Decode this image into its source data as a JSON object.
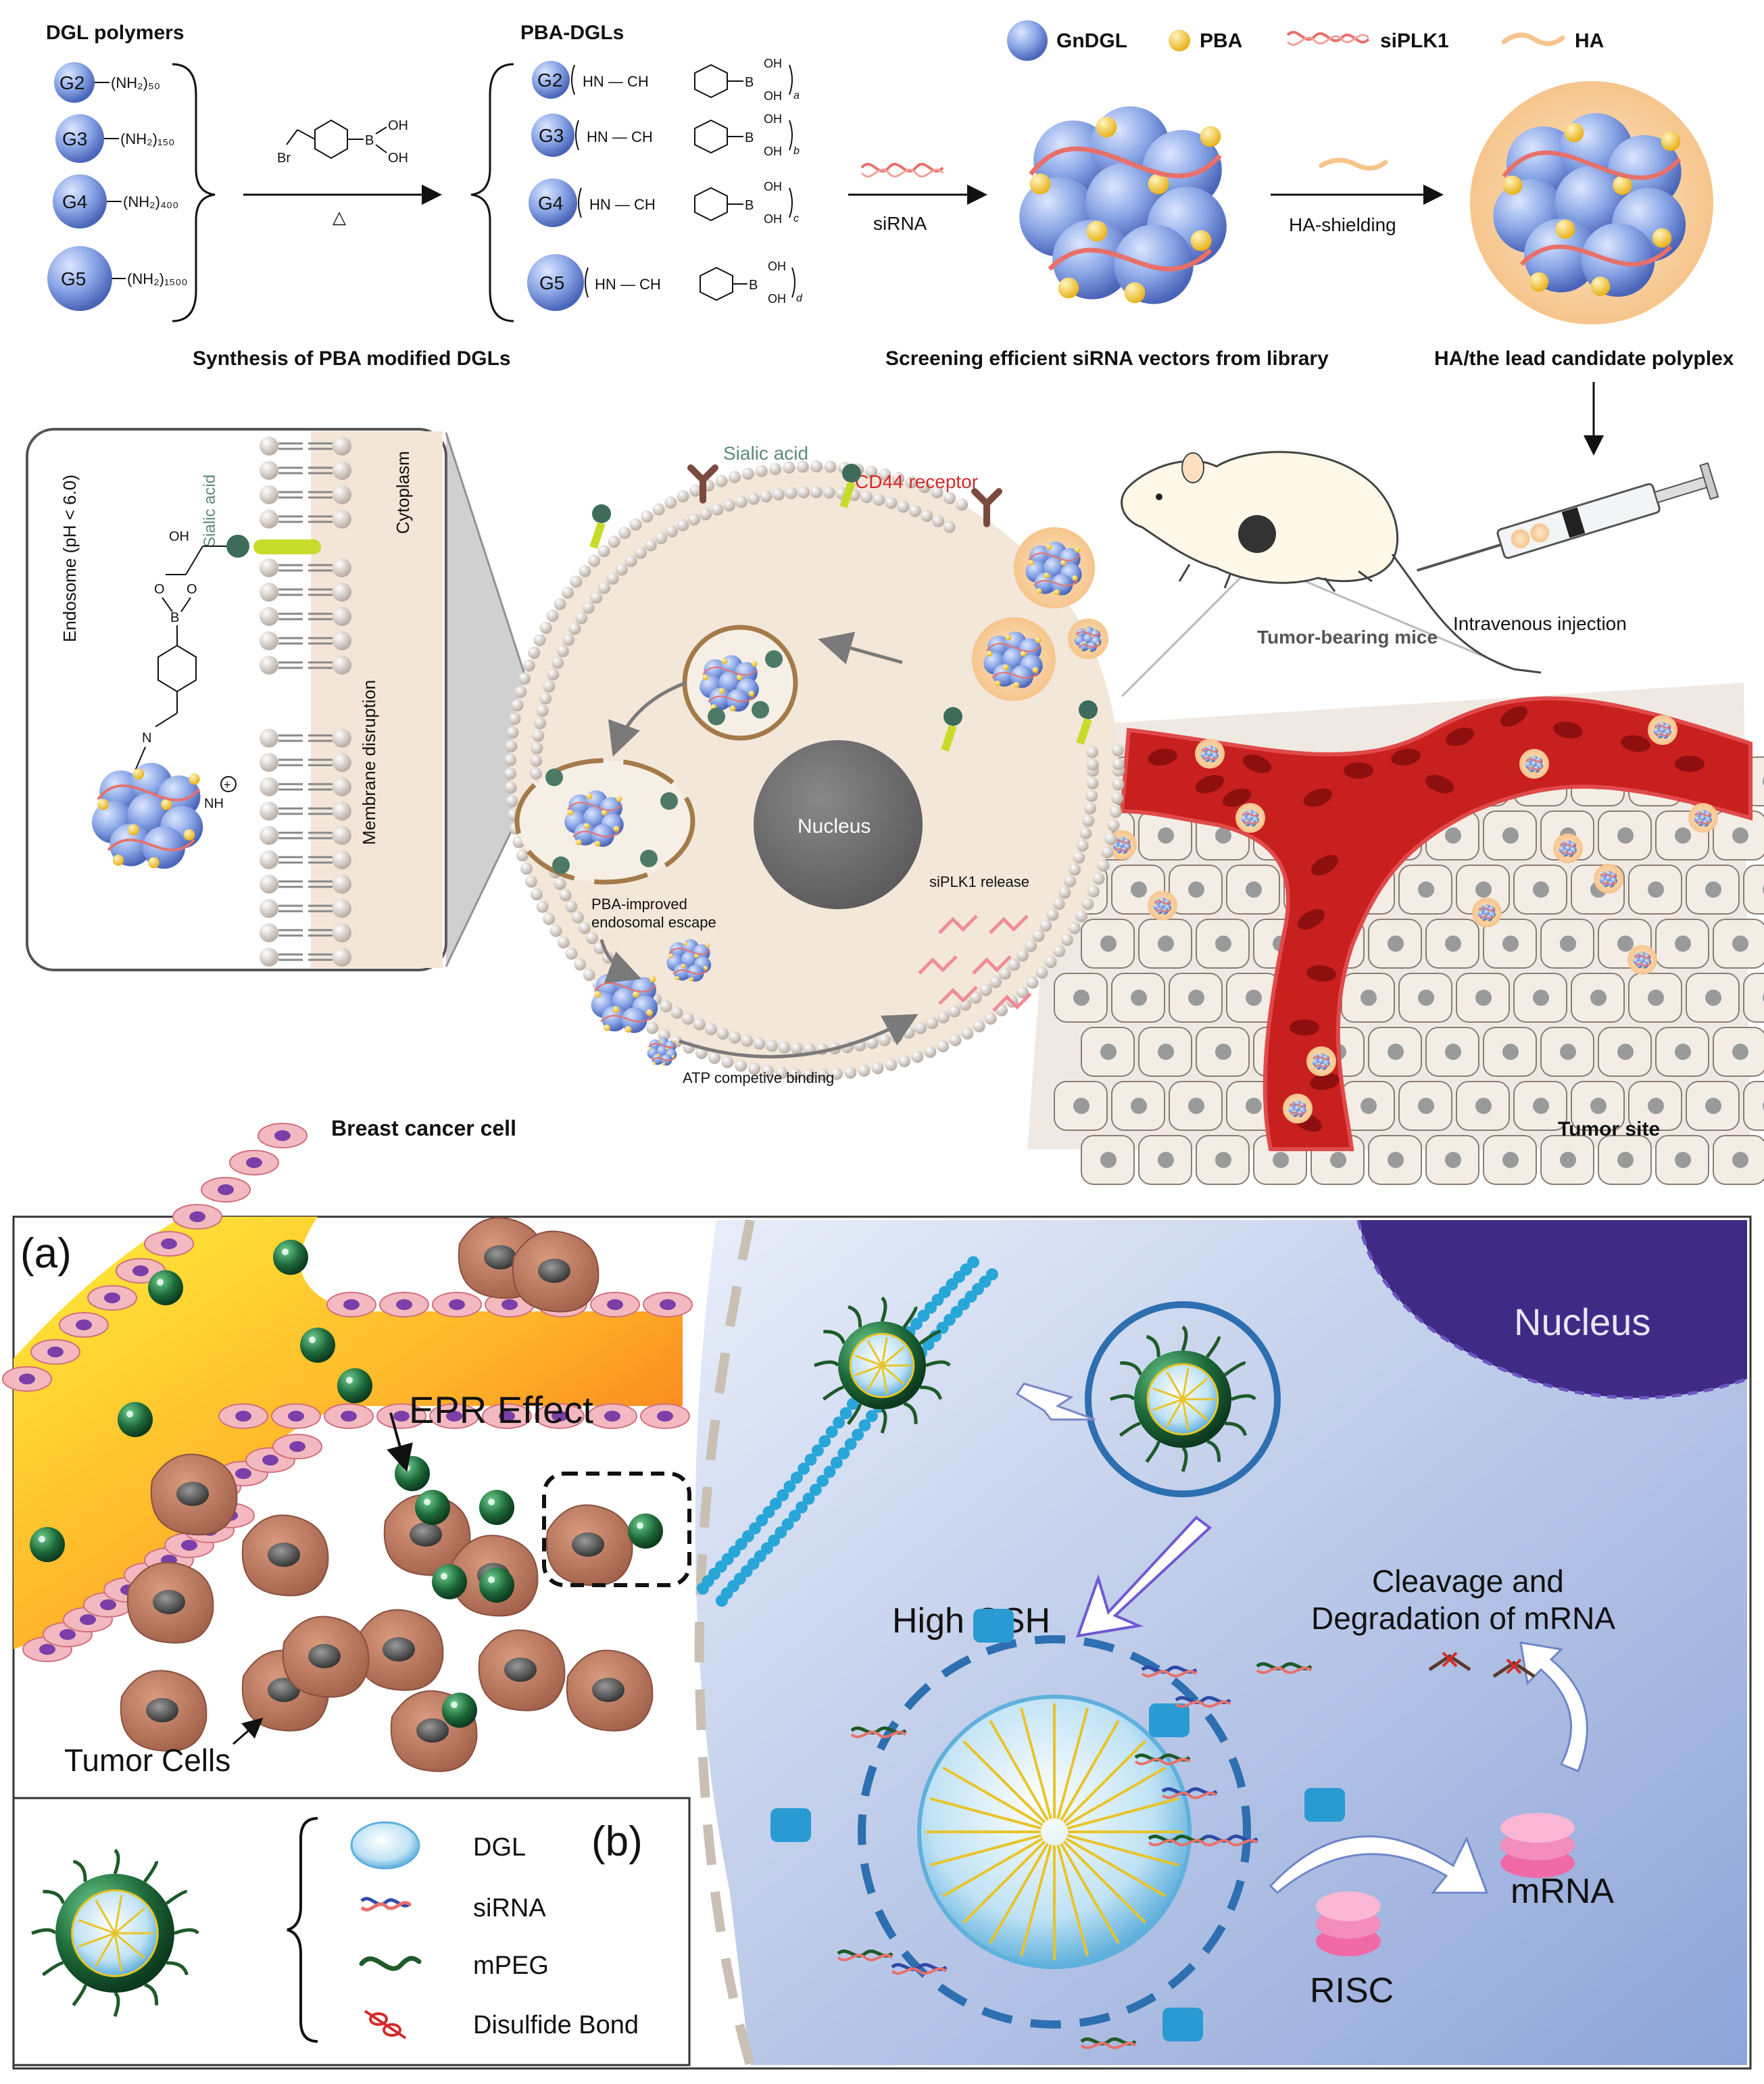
{
  "top": {
    "polymers_title": "DGL polymers",
    "pba_title": "PBA-DGLs",
    "polymers": [
      {
        "gen": "G2",
        "sub": "(NH₂)₅₀"
      },
      {
        "gen": "G3",
        "sub": "(NH₂)₁₅₀"
      },
      {
        "gen": "G4",
        "sub": "(NH₂)₄₀₀"
      },
      {
        "gen": "G5",
        "sub": "(NH₂)₁₅₀₀"
      }
    ],
    "pba_rows": [
      {
        "gen": "G2",
        "tail": "a"
      },
      {
        "gen": "G3",
        "tail": "b"
      },
      {
        "gen": "G4",
        "tail": "c"
      },
      {
        "gen": "G5",
        "tail": "d"
      }
    ],
    "reagent_br": "Br",
    "reagent_oh": "OH",
    "heat_symbol": "△",
    "chain_text": "HN — CH",
    "boron": "B",
    "sirna_arrow": "siRNA",
    "ha_arrow": "HA-shielding",
    "legend": {
      "gndgl": "GnDGL",
      "pba": "PBA",
      "siplk1": "siPLK1",
      "ha": "HA"
    },
    "caption_synthesis": "Synthesis of PBA modified DGLs",
    "caption_screening": "Screening efficient siRNA vectors from library",
    "caption_lead": "HA/the lead candidate polyplex"
  },
  "middle": {
    "inset": {
      "endosome": "Endosome  (pH < 6.0)",
      "sialic": "Sialic acid",
      "membrane": "Membrane disruption",
      "cytoplasm": "Cytoplasm",
      "oh": "OH",
      "o": "O",
      "b": "B",
      "n": "N",
      "nh": "NH",
      "plus": "+"
    },
    "cell": {
      "sialic": "Sialic acid",
      "cd44": "CD44 receptor",
      "nucleus": "Nucleus",
      "escape": [
        "PBA-improved",
        "endosomal escape"
      ],
      "release": "siPLK1 release",
      "atp": "ATP competive binding",
      "caption": "Breast cancer cell"
    },
    "mice": "Tumor-bearing mice",
    "injection": "Intravenous injection",
    "tumor_site": "Tumor site"
  },
  "bottom": {
    "panel_a": "(a)",
    "panel_b": "(b)",
    "epr": "EPR Effect",
    "tumor_cells": "Tumor Cells",
    "nucleus": "Nucleus",
    "high_gsh": "High GSH",
    "cleavage": [
      "Cleavage and",
      "Degradation of mRNA"
    ],
    "mrna": "mRNA",
    "risc": "RISC",
    "legend": [
      "DGL",
      "siRNA",
      "mPEG",
      "Disulfide Bond"
    ]
  },
  "colors": {
    "dgl_blue": "#7f9fe0",
    "pba_yellow": "#f5cf3a",
    "sirna_red": "#e8706a",
    "ha_orange": "#f6c58c",
    "cd44_red": "#d42a2a",
    "sialic_green": "#5b8a78",
    "vessel_red": "#c81f1f",
    "epr_green": "#1e6a3a",
    "tumor_brown": "#b9785e",
    "cell_bg_blue": "#aebfe6",
    "nucleus_purple": "#3f2a86"
  }
}
